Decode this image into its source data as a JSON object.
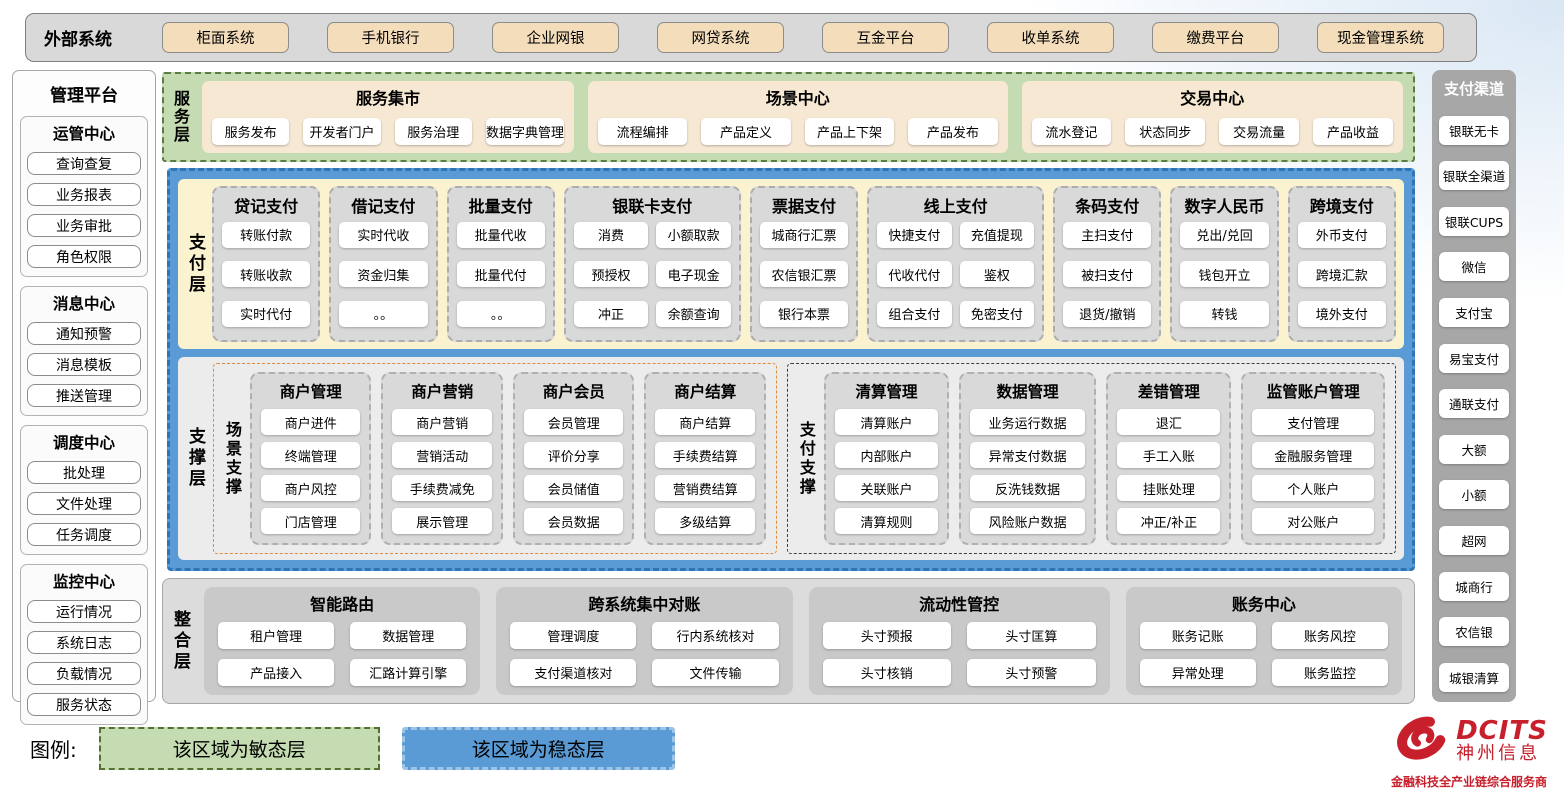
{
  "external_systems": {
    "label": "外部系统",
    "items": [
      "柜面系统",
      "手机银行",
      "企业网银",
      "网贷系统",
      "互金平台",
      "收单系统",
      "缴费平台",
      "现金管理系统"
    ]
  },
  "management_platform": {
    "title": "管理平台",
    "groups": [
      {
        "title": "运管中心",
        "items": [
          "查询查复",
          "业务报表",
          "业务审批",
          "角色权限"
        ]
      },
      {
        "title": "消息中心",
        "items": [
          "通知预警",
          "消息模板",
          "推送管理"
        ]
      },
      {
        "title": "调度中心",
        "items": [
          "批处理",
          "文件处理",
          "任务调度"
        ]
      },
      {
        "title": "监控中心",
        "items": [
          "运行情况",
          "系统日志",
          "负载情况",
          "服务状态"
        ]
      }
    ]
  },
  "service_layer": {
    "label": "服务层",
    "groups": [
      {
        "title": "服务集市",
        "items": [
          "服务发布",
          "开发者门户",
          "服务治理",
          "数据字典管理"
        ]
      },
      {
        "title": "场景中心",
        "items": [
          "流程编排",
          "产品定义",
          "产品上下架",
          "产品发布"
        ]
      },
      {
        "title": "交易中心",
        "items": [
          "流水登记",
          "状态同步",
          "交易流量",
          "产品收益"
        ]
      }
    ]
  },
  "payment_layer": {
    "label": "支付层",
    "columns": [
      {
        "title": "贷记支付",
        "items": [
          "转账付款",
          "转账收款",
          "实时代付"
        ]
      },
      {
        "title": "借记支付",
        "items": [
          "实时代收",
          "资金归集",
          "。。"
        ]
      },
      {
        "title": "批量支付",
        "items": [
          "批量代收",
          "批量代付",
          "。。"
        ]
      },
      {
        "title": "银联卡支付",
        "items": [
          "消费",
          "小额取款",
          "预授权",
          "电子现金",
          "冲正",
          "余额查询"
        ]
      },
      {
        "title": "票据支付",
        "items": [
          "城商行汇票",
          "农信银汇票",
          "银行本票"
        ]
      },
      {
        "title": "线上支付",
        "items": [
          "快捷支付",
          "充值提现",
          "代收代付",
          "鉴权",
          "组合支付",
          "免密支付"
        ]
      },
      {
        "title": "条码支付",
        "items": [
          "主扫支付",
          "被扫支付",
          "退货/撤销"
        ]
      },
      {
        "title": "数字人民币",
        "items": [
          "兑出/兑回",
          "钱包开立",
          "转钱"
        ]
      },
      {
        "title": "跨境支付",
        "items": [
          "外币支付",
          "跨境汇款",
          "境外支付"
        ]
      }
    ]
  },
  "support_layer": {
    "label": "支撑层",
    "scene_support": {
      "label": "场景支撑",
      "columns": [
        {
          "title": "商户管理",
          "items": [
            "商户进件",
            "终端管理",
            "商户风控",
            "门店管理"
          ]
        },
        {
          "title": "商户营销",
          "items": [
            "商户营销",
            "营销活动",
            "手续费减免",
            "展示管理"
          ]
        },
        {
          "title": "商户会员",
          "items": [
            "会员管理",
            "评价分享",
            "会员储值",
            "会员数据"
          ]
        },
        {
          "title": "商户结算",
          "items": [
            "商户结算",
            "手续费结算",
            "营销费结算",
            "多级结算"
          ]
        }
      ]
    },
    "payment_support": {
      "label": "支付支撑",
      "columns": [
        {
          "title": "清算管理",
          "items": [
            "清算账户",
            "内部账户",
            "关联账户",
            "清算规则"
          ]
        },
        {
          "title": "数据管理",
          "items": [
            "业务运行数据",
            "异常支付数据",
            "反洗钱数据",
            "风险账户数据"
          ]
        },
        {
          "title": "差错管理",
          "items": [
            "退汇",
            "手工入账",
            "挂账处理",
            "冲正/补正"
          ]
        },
        {
          "title": "监管账户管理",
          "items": [
            "支付管理",
            "金融服务管理",
            "个人账户",
            "对公账户"
          ]
        }
      ]
    }
  },
  "integration_layer": {
    "label": "整合层",
    "groups": [
      {
        "title": "智能路由",
        "items": [
          "租户管理",
          "数据管理",
          "产品接入",
          "汇路计算引擎"
        ]
      },
      {
        "title": "跨系统集中对账",
        "items": [
          "管理调度",
          "行内系统核对",
          "支付渠道核对",
          "文件传输"
        ]
      },
      {
        "title": "流动性管控",
        "items": [
          "头寸预报",
          "头寸匡算",
          "头寸核销",
          "头寸预警"
        ]
      },
      {
        "title": "账务中心",
        "items": [
          "账务记账",
          "账务风控",
          "异常处理",
          "账务监控"
        ]
      }
    ]
  },
  "payment_channels": {
    "title": "支付渠道",
    "items": [
      "银联无卡",
      "银联全渠道",
      "银联CUPS",
      "微信",
      "支付宝",
      "易宝支付",
      "通联支付",
      "大额",
      "小额",
      "超网",
      "城商行",
      "农信银",
      "城银清算"
    ]
  },
  "legend": {
    "label": "图例:",
    "agile": "该区域为敏态层",
    "stable": "该区域为稳态层"
  },
  "logo": {
    "brand": "DCITS",
    "company": "神州信息",
    "tagline": "金融科技全产业链综合服务商"
  },
  "colors": {
    "stable_blue": "#5b9bd5",
    "agile_green": "#c5dcb2",
    "cream_panel": "#fbf2d0",
    "tan_button": "#f3ddbb",
    "gray_panel": "#d9d9d9",
    "channel_gray": "#a7a7a7",
    "scene_dash_orange": "#e08a3c",
    "brand_red": "#c7202c"
  }
}
